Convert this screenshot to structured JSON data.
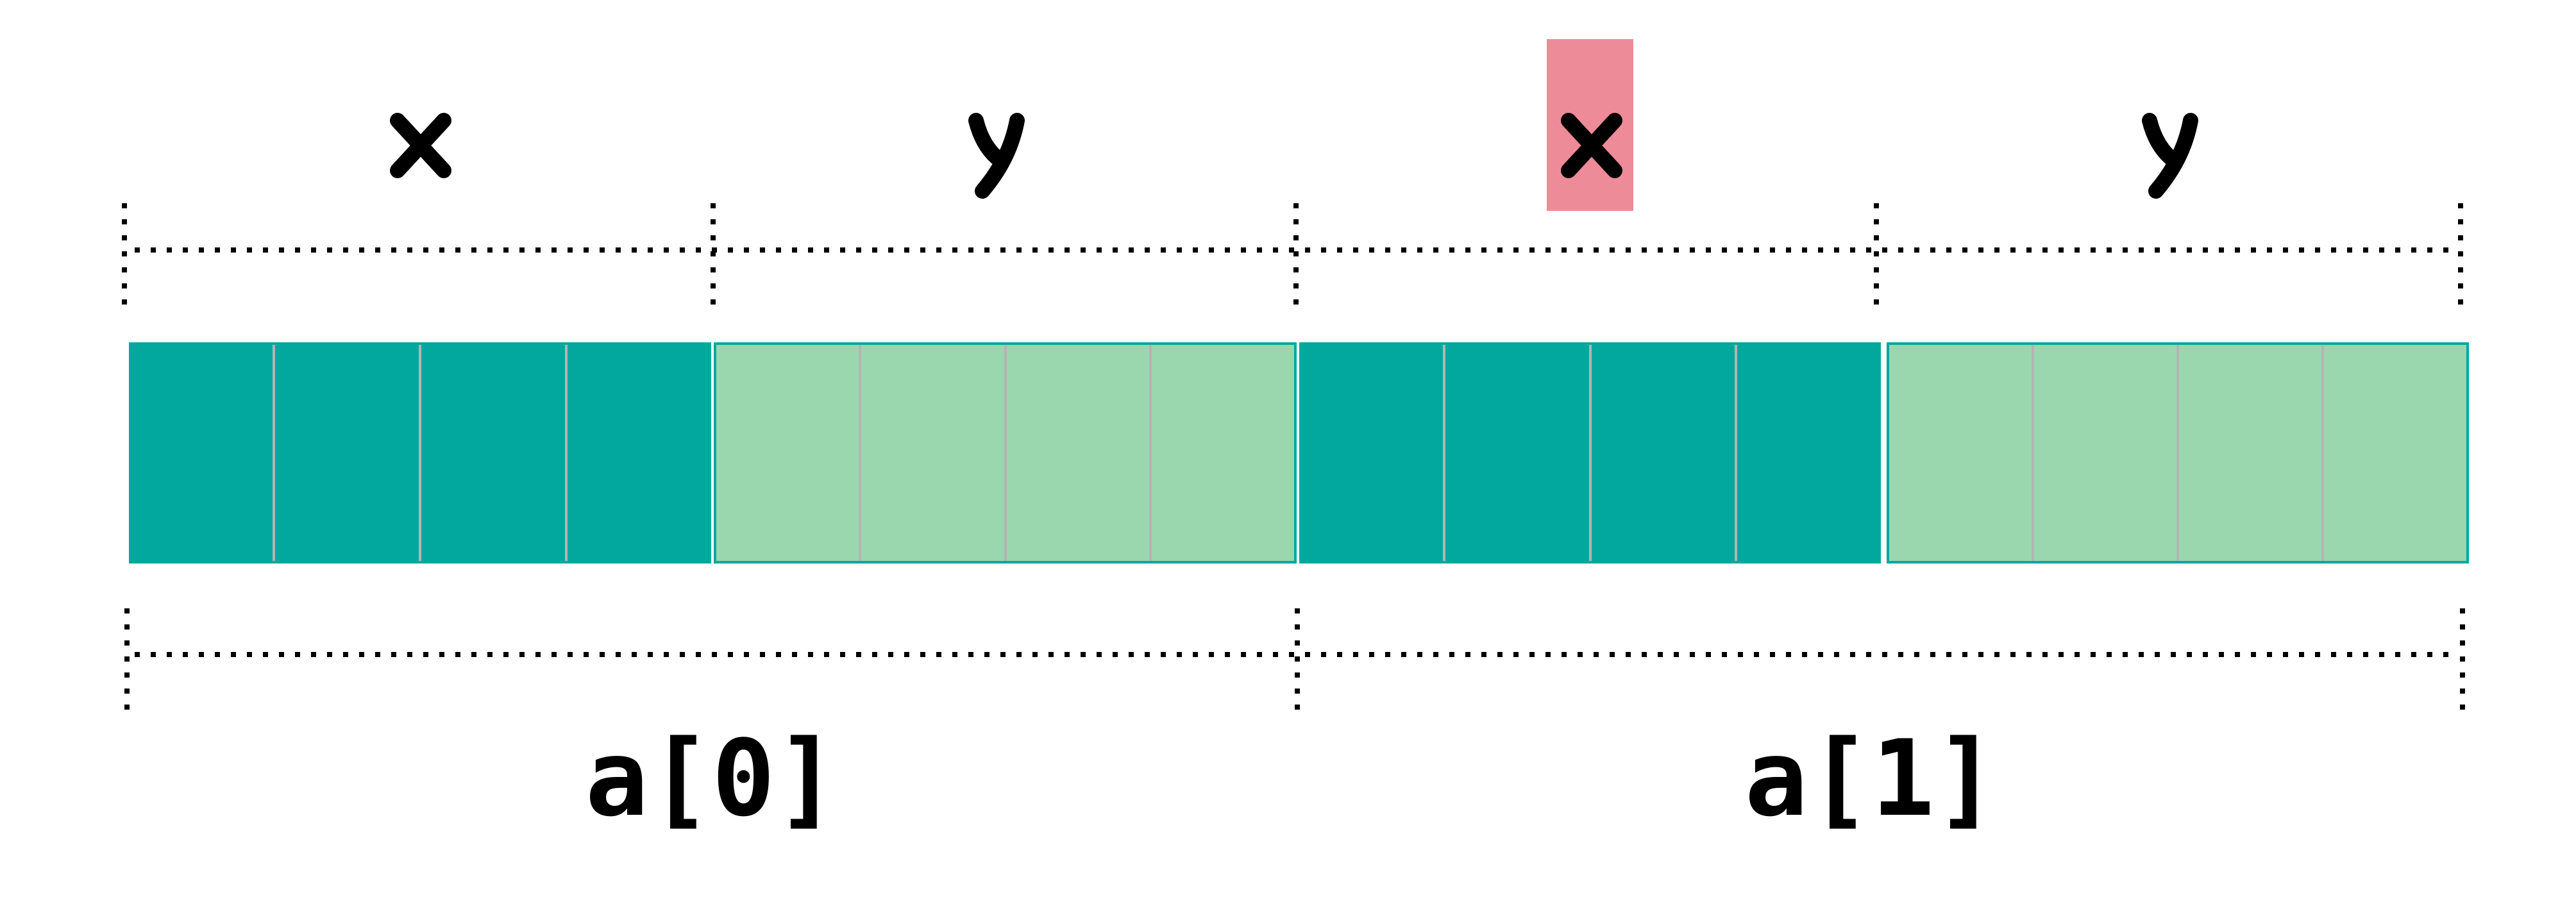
{
  "diagram": {
    "description": "Memory layout of an array of two structs, each with fields x and y, each field spanning 4 bytes",
    "colors": {
      "x_field": "#02A89E",
      "y_field": "#9AD7AE",
      "byte_divider": "#B4B4B4",
      "highlight": "#EE8B98",
      "ruler": "#000000"
    },
    "fields": [
      {
        "label": "x",
        "bytes": 4,
        "highlighted": false
      },
      {
        "label": "y",
        "bytes": 4,
        "highlighted": false
      },
      {
        "label": "x",
        "bytes": 4,
        "highlighted": true
      },
      {
        "label": "y",
        "bytes": 4,
        "highlighted": false
      }
    ],
    "elements": [
      {
        "label": "a[0]"
      },
      {
        "label": "a[1]"
      }
    ]
  }
}
